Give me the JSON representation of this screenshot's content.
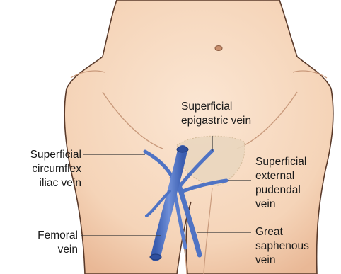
{
  "diagram": {
    "labels": {
      "superficial_epigastric_vein": "Superficial\nepigastric vein",
      "superficial_circumflex_iliac_vein": "Superficial\ncircumflex\niliac vein",
      "superficial_external_pudendal_vein": "Superficial\nexternal\npudendal\nvein",
      "femoral_vein": "Femoral\nvein",
      "great_saphenous_vein": "Great\nsaphenous\nvein"
    },
    "colors": {
      "skin": "#f7dcc4",
      "skin_shadow": "#e8b99a",
      "outline": "#5a3a2a",
      "vein": "#4f73c4",
      "vein_dark": "#2f4f9e",
      "leader_line": "#3a3a3a",
      "hair": "#d9c3a8"
    }
  }
}
